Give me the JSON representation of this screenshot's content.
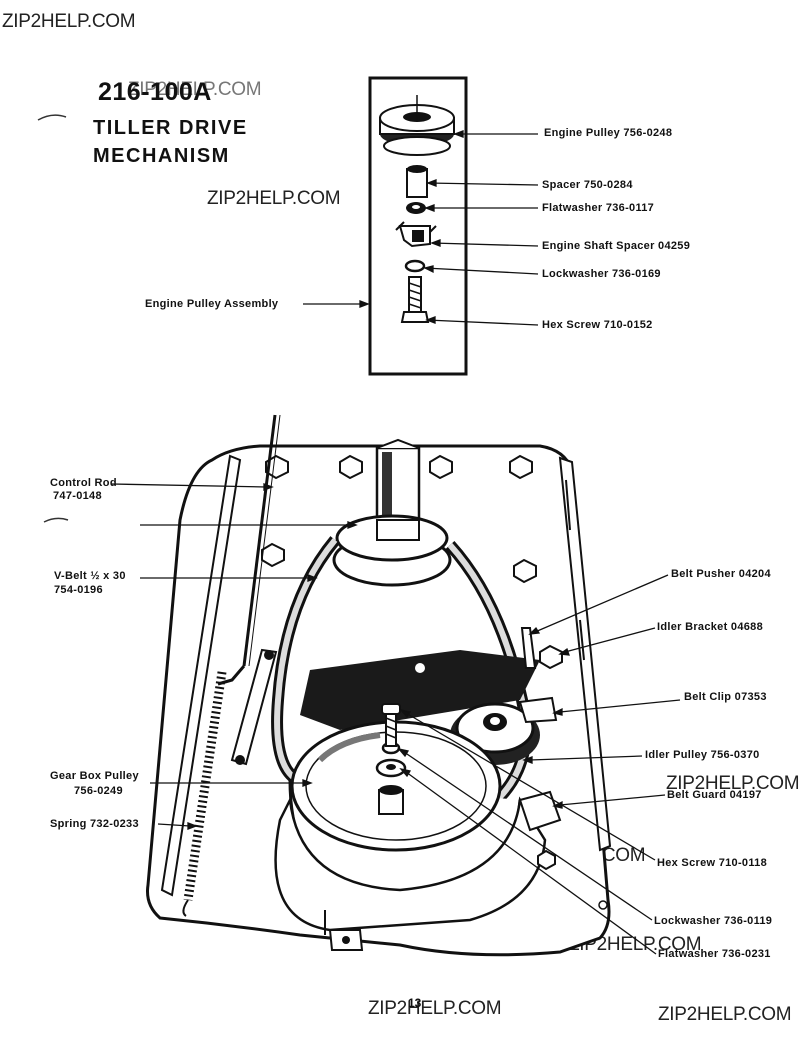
{
  "watermark": "ZIP2HELP.COM",
  "title": {
    "number": "216-100A",
    "line1": "TILLER DRIVE",
    "line2": "MECHANISM"
  },
  "inset": {
    "assembly_label": "Engine Pulley Assembly",
    "parts": [
      "Engine Pulley 756-0248",
      "Spacer  750-0284",
      "Flatwasher 736-0117",
      "Engine Shaft Spacer 04259",
      "Lockwasher 736-0169",
      "Hex Screw 710-0152"
    ]
  },
  "left_labels": {
    "control_rod": [
      "Control Rod",
      "747-0148"
    ],
    "vbelt": [
      "V-Belt ½ x 30",
      "754-0196"
    ],
    "gearbox_pulley": [
      "Gear Box Pulley",
      "756-0249"
    ],
    "spring": "Spring  732-0233"
  },
  "right_labels": [
    "Belt Pusher 04204",
    "Idler Bracket 04688",
    "Belt Clip 07353",
    "Idler Pulley 756-0370",
    "Belt Guard  04197",
    "Hex Screw 710-0118",
    "Lockwasher 736-0119",
    "Flatwasher 736-0231"
  ],
  "page_number": "13"
}
